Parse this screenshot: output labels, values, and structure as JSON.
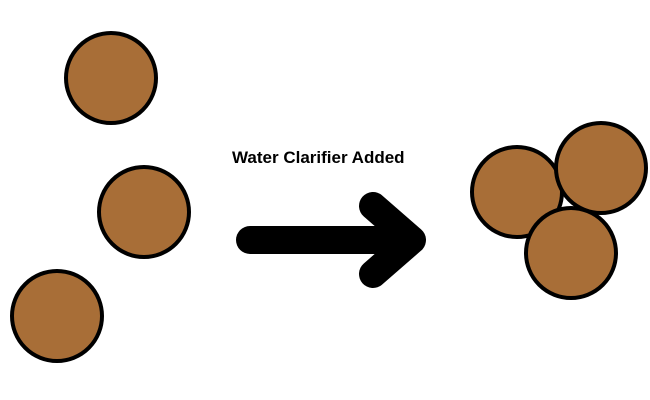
{
  "caption": "Water Clarifier Added",
  "colors": {
    "particle_fill": "#a86e37",
    "outline": "#000000",
    "arrow": "#000000",
    "background": "#ffffff"
  },
  "before": {
    "label": "",
    "particle_count": 3,
    "arrangement": "dispersed"
  },
  "after": {
    "label": "",
    "particle_count": 3,
    "arrangement": "clumped"
  }
}
